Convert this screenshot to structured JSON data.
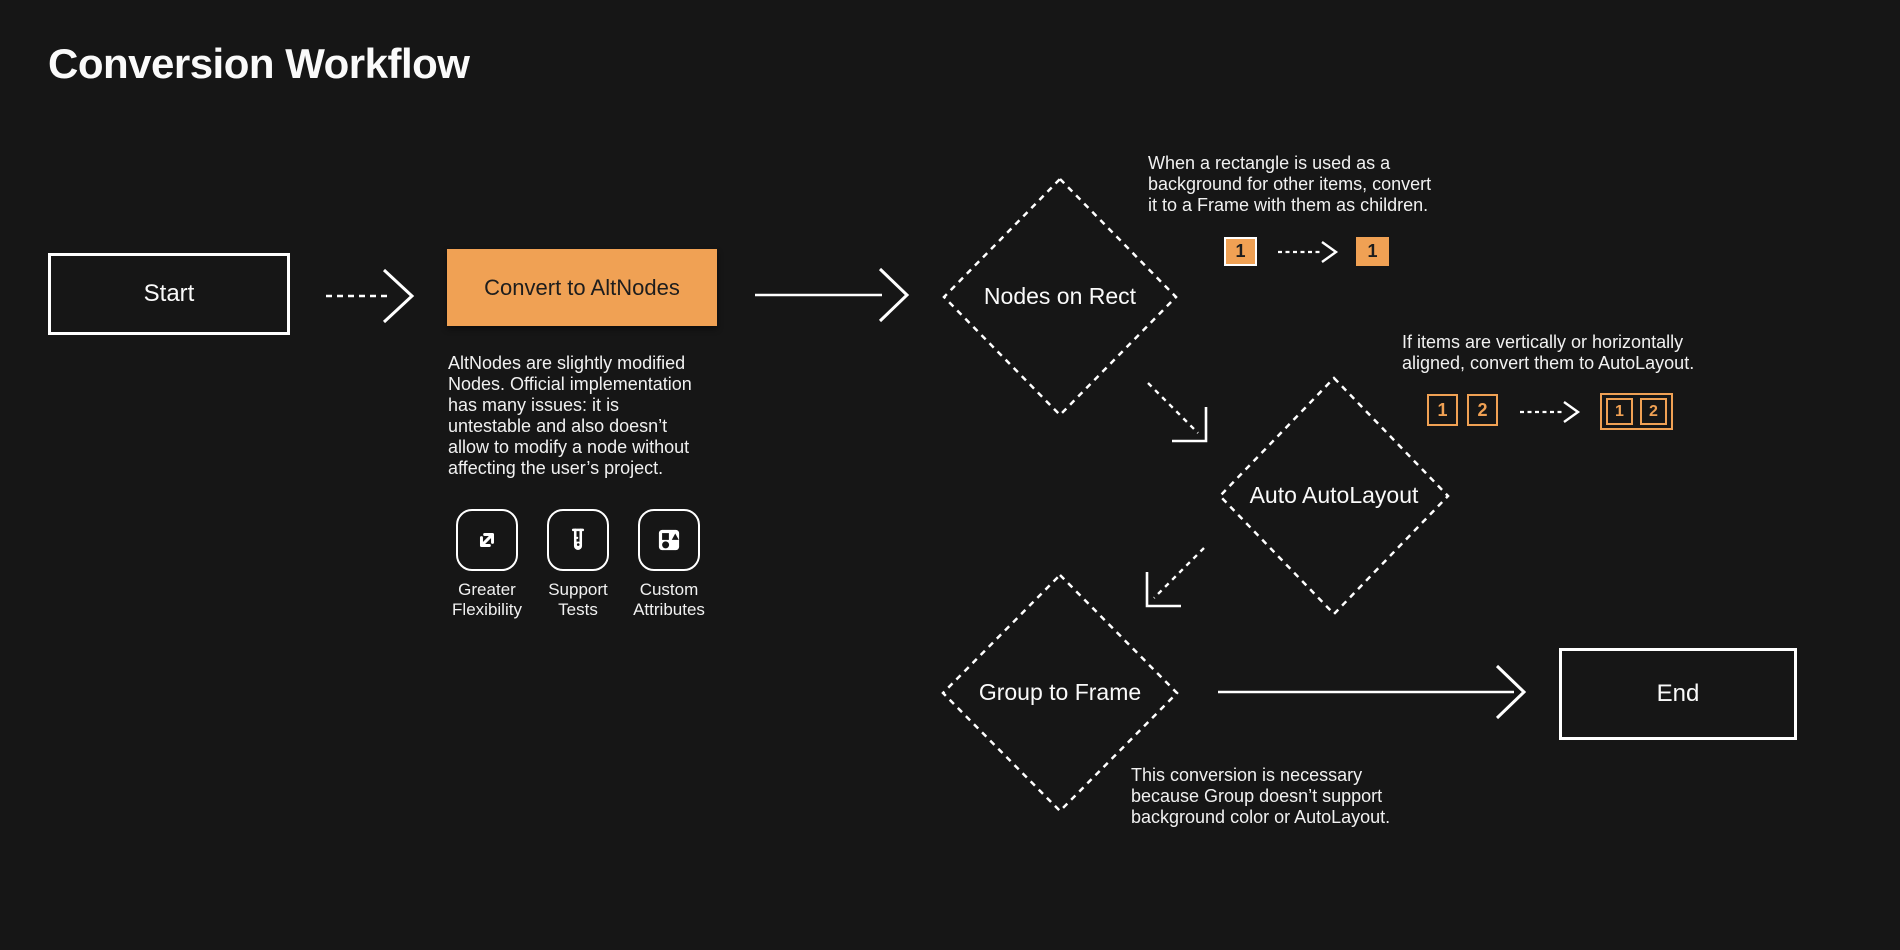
{
  "page": {
    "title": "Conversion Workflow",
    "colors": {
      "background": "#161616",
      "accent_orange": "#F0A154",
      "stroke_white": "#FFFFFF",
      "dark_text_on_orange": "#1D1D1D"
    }
  },
  "nodes": {
    "start": {
      "label": "Start",
      "type": "terminal"
    },
    "convert": {
      "label": "Convert to AltNodes",
      "type": "process"
    },
    "nodes_on_rect": {
      "label": "Nodes on Rect",
      "type": "decision"
    },
    "auto_autolayout": {
      "label": "Auto AutoLayout",
      "type": "decision"
    },
    "group_to_frame": {
      "label": "Group to Frame",
      "type": "decision"
    },
    "end": {
      "label": "End",
      "type": "terminal"
    }
  },
  "convert_note": "AltNodes are slightly modified\nNodes. Official implementation\nhas many issues: it is\nuntestable and also doesn’t\nallow to modify a node without\naffecting the user’s project.",
  "benefits": [
    {
      "icon": "expand-arrows-icon",
      "label": "Greater\nFlexibility"
    },
    {
      "icon": "test-tube-icon",
      "label": "Support\nTests"
    },
    {
      "icon": "shapes-icon",
      "label": "Custom\nAttributes"
    }
  ],
  "notes": {
    "nodes_on_rect": {
      "text": "When a rectangle is used as a\nbackground for other items, convert\nit to a Frame with them as children.",
      "before_chip": "1",
      "after_chip": "1"
    },
    "auto_autolayout": {
      "text": "If items are vertically or horizontally\naligned, convert them to AutoLayout.",
      "before_chips": [
        "1",
        "2"
      ],
      "after_chips": [
        "1",
        "2"
      ]
    },
    "group_to_frame": {
      "text": "This conversion is necessary\nbecause Group doesn’t support\nbackground color or AutoLayout."
    }
  }
}
